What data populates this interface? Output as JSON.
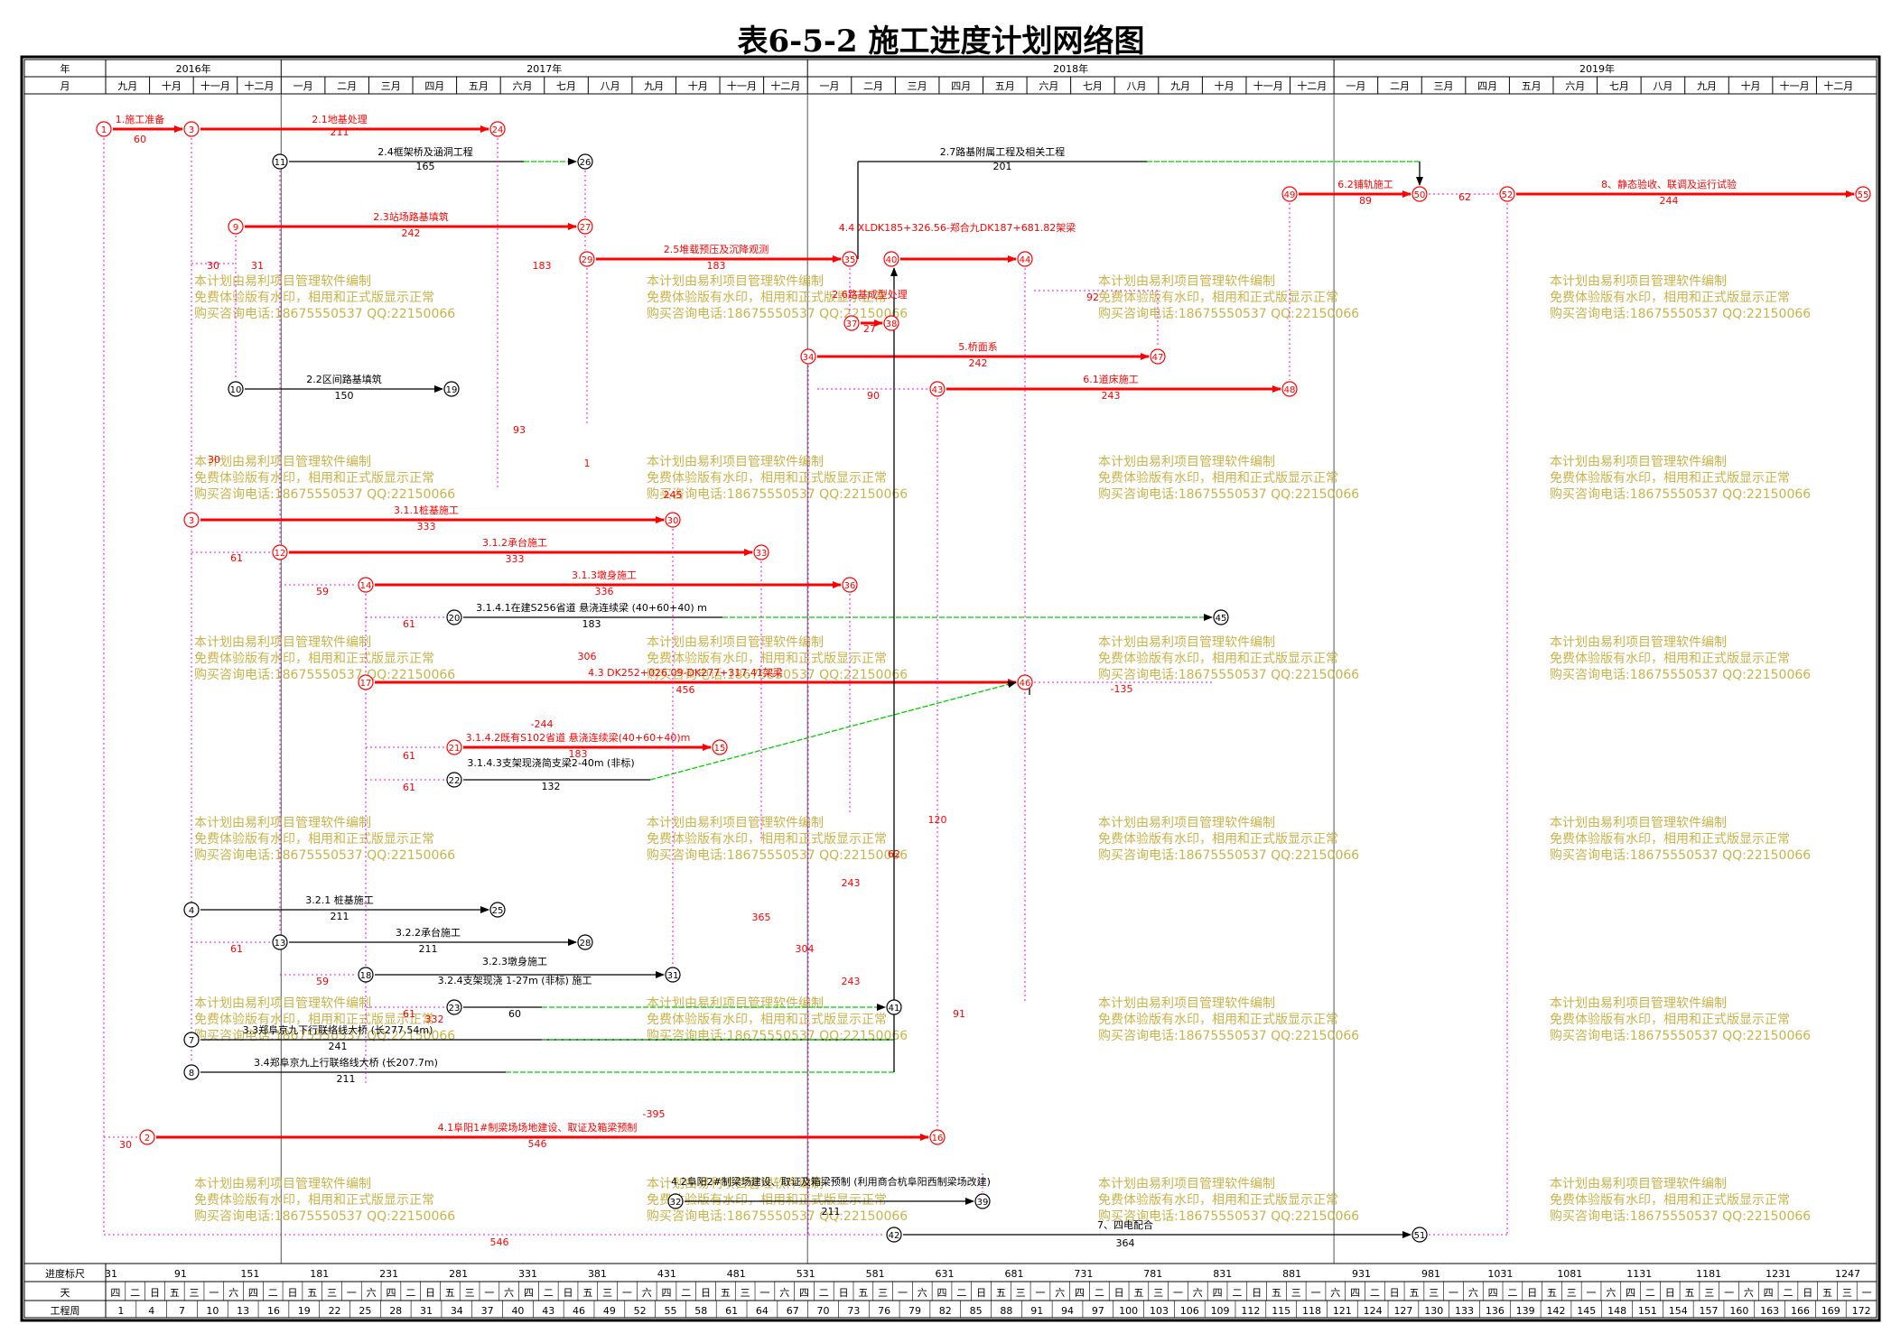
{
  "title": "表6-5-2    施工进度计划网络图",
  "header": {
    "year_label": "年",
    "month_label": "月",
    "years": [
      "2016年",
      "2017年",
      "2018年",
      "2019年"
    ],
    "months": [
      "九月",
      "十月",
      "十一月",
      "十二月",
      "一月",
      "二月",
      "三月",
      "四月",
      "五月",
      "六月",
      "七月",
      "八月",
      "九月",
      "十月",
      "十一月",
      "十二月",
      "一月",
      "二月",
      "三月",
      "四月",
      "五月",
      "六月",
      "七月",
      "八月",
      "九月",
      "十月",
      "十一月",
      "十二月",
      "一月",
      "二月",
      "三月",
      "四月",
      "五月",
      "六月",
      "七月",
      "八月",
      "九月",
      "十月",
      "十一月",
      "十二月"
    ]
  },
  "footer": {
    "scale_label": "进度标尺",
    "day_label": "天",
    "week_label": "工程周",
    "scale_values": [
      "31",
      "91",
      "151",
      "181",
      "231",
      "281",
      "331",
      "381",
      "431",
      "481",
      "531",
      "581",
      "631",
      "681",
      "731",
      "781",
      "831",
      "881",
      "931",
      "981",
      "1031",
      "1081",
      "1131",
      "1181",
      "1231",
      "1247"
    ],
    "weekday_chars": [
      "四",
      "二",
      "日",
      "五",
      "三",
      "一",
      "六",
      "四",
      "二",
      "日",
      "五",
      "三",
      "一",
      "六",
      "四",
      "二",
      "日",
      "五",
      "三",
      "一",
      "六",
      "四",
      "二",
      "日",
      "五",
      "三",
      "一",
      "六",
      "四",
      "二",
      "日",
      "五",
      "三",
      "一",
      "六",
      "四",
      "二",
      "日",
      "五",
      "三",
      "一",
      "六",
      "四",
      "二",
      "日",
      "五",
      "三",
      "一",
      "六",
      "四",
      "二",
      "日",
      "五",
      "三",
      "一",
      "六",
      "四",
      "二",
      "日",
      "五",
      "三",
      "一",
      "六",
      "四",
      "二",
      "日",
      "五",
      "三",
      "一",
      "六",
      "四",
      "二",
      "日",
      "五",
      "三",
      "一",
      "六",
      "四",
      "二",
      "日",
      "五",
      "三",
      "一",
      "六",
      "四",
      "二",
      "日",
      "五",
      "三",
      "一"
    ],
    "week_numbers": [
      "1",
      "4",
      "7",
      "10",
      "13",
      "16",
      "19",
      "22",
      "25",
      "28",
      "31",
      "34",
      "37",
      "40",
      "43",
      "46",
      "49",
      "52",
      "55",
      "58",
      "61",
      "64",
      "67",
      "70",
      "73",
      "76",
      "79",
      "82",
      "85",
      "88",
      "91",
      "94",
      "97",
      "100",
      "103",
      "106",
      "109",
      "112",
      "115",
      "118",
      "121",
      "124",
      "127",
      "130",
      "133",
      "136",
      "139",
      "142",
      "145",
      "148",
      "151",
      "154",
      "157",
      "160",
      "163",
      "166",
      "169",
      "172"
    ]
  },
  "watermark": {
    "line1": "本计划由易利项目管理软件编制",
    "line2": "免费体验版有水印，相用和正式版显示正常",
    "line3": "购买咨询电话:18675550537 QQ:22150066"
  },
  "colors": {
    "critical": "#ff0000",
    "normal": "#000000",
    "float": "#00cc00",
    "virtual": "#ff00ff",
    "watermark": "#c9b34a"
  },
  "activities": [
    {
      "name": "1.施工准备",
      "dur": "60",
      "critical": true
    },
    {
      "name": "2.1地基处理",
      "dur": "211",
      "critical": true
    },
    {
      "name": "2.4框架桥及涵洞工程",
      "dur": "165",
      "critical": false
    },
    {
      "name": "2.7路基附属工程及相关工程",
      "dur": "201",
      "critical": false
    },
    {
      "name": "6.2铺轨施工",
      "dur": "89",
      "critical": true
    },
    {
      "name": "8、静态验收、联调及运行试验",
      "dur": "244",
      "critical": true
    },
    {
      "name": "2.3站场路基填筑",
      "dur": "242",
      "critical": true
    },
    {
      "name": "4.4 XLDK185+326.56-郑合九DK187+681.82架梁",
      "dur": "91",
      "critical": true
    },
    {
      "name": "2.5堆载预压及沉降观测",
      "dur": "183",
      "critical": true
    },
    {
      "name": "2.6路基成型处理",
      "dur": "27",
      "critical": true
    },
    {
      "name": "5.桥面系",
      "dur": "242",
      "critical": true
    },
    {
      "name": "6.1道床施工",
      "dur": "243",
      "critical": true
    },
    {
      "name": "2.2区间路基填筑",
      "dur": "150",
      "critical": false
    },
    {
      "name": "3.1.1桩基施工",
      "dur": "333",
      "critical": true
    },
    {
      "name": "3.1.2承台施工",
      "dur": "333",
      "critical": true
    },
    {
      "name": "3.1.3墩身施工",
      "dur": "336",
      "critical": true
    },
    {
      "name": "3.1.4.1在建S256省道  悬浇连续梁 (40+60+40) m",
      "dur": "183",
      "critical": false
    },
    {
      "name": "4.3 DK252+026.09-DK277+317.41架梁",
      "dur": "456",
      "critical": true
    },
    {
      "name": "3.1.4.2既有S102省道  悬浇连续梁(40+60+40)m",
      "dur": "183",
      "critical": true
    },
    {
      "name": "3.1.4.3支架现浇简支梁2-40m (非标)",
      "dur": "132",
      "critical": false
    },
    {
      "name": "3.2.1 桩基施工",
      "dur": "211",
      "critical": false
    },
    {
      "name": "3.2.2承台施工",
      "dur": "211",
      "critical": false
    },
    {
      "name": "3.2.3墩身施工",
      "dur": "",
      "critical": false
    },
    {
      "name": "3.2.4支架现浇 1-27m (非标) 施工",
      "dur": "60",
      "critical": false
    },
    {
      "name": "3.3郑阜京九下行联络线大桥 (长277.54m)",
      "dur": "241",
      "critical": false
    },
    {
      "name": "3.4郑阜京九上行联络线大桥 (长207.7m)",
      "dur": "211",
      "critical": false
    },
    {
      "name": "4.1阜阳1#制梁场场地建设、取证及箱梁预制",
      "dur": "546",
      "critical": true
    },
    {
      "name": "4.2阜阳2#制梁场建设、取证及箱梁预制 (利用商合杭阜阳西制梁场改建)",
      "dur": "211",
      "critical": false
    },
    {
      "name": "7、四电配合",
      "dur": "364",
      "critical": false
    }
  ],
  "floats": [
    "30",
    "31",
    "30",
    "93",
    "1",
    "245",
    "61",
    "59",
    "61",
    "306",
    "-244",
    "61",
    "61",
    "-135",
    "90",
    "92",
    "120",
    "62",
    "243",
    "365",
    "304",
    "243",
    "91",
    "-395",
    "61",
    "332",
    "546",
    "62",
    "30",
    "183",
    "59",
    "61"
  ]
}
